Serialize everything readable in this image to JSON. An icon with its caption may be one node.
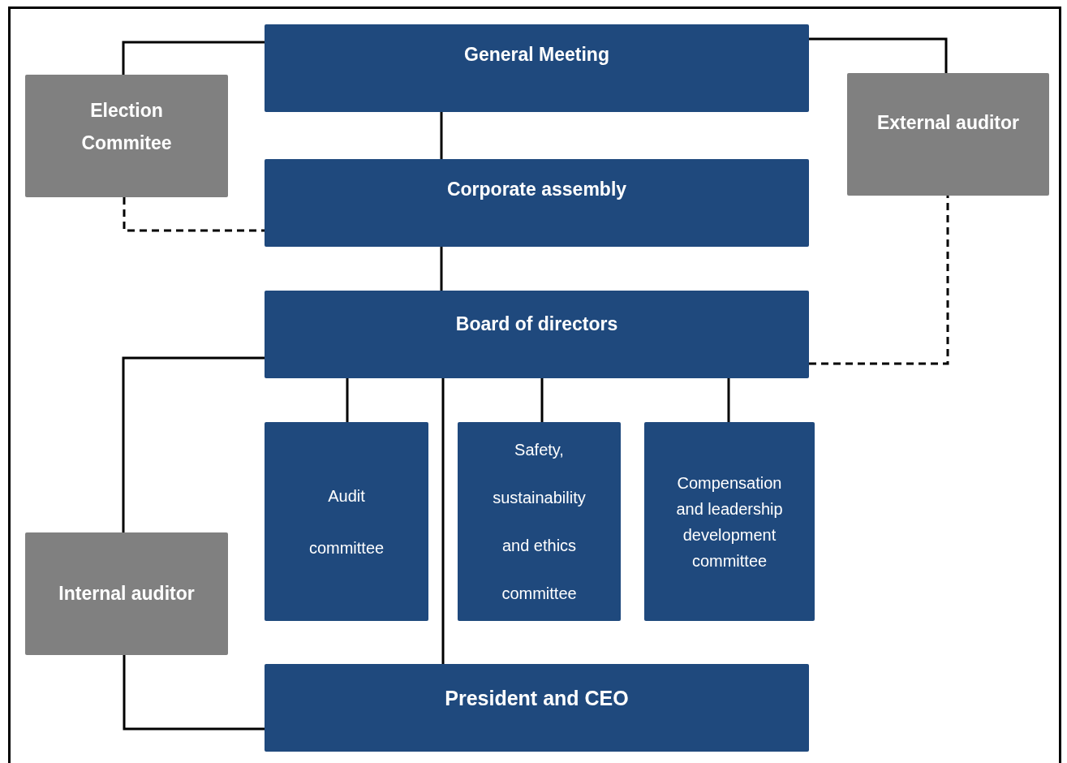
{
  "diagram": {
    "nodes": [
      {
        "text": [
          "General Meeting"
        ]
      },
      {
        "text": [
          "Election Commitee"
        ]
      },
      {
        "text": [
          "External auditor"
        ]
      },
      {
        "text": [
          "Corporate assembly"
        ]
      },
      {
        "text": [
          "Board of directors"
        ]
      },
      {
        "text": [
          "Audit committee"
        ]
      },
      {
        "text": [
          "Safety, sustainability and ethics committee"
        ]
      },
      {
        "text": [
          "Compensation and leadership development committee"
        ]
      },
      {
        "text": [
          "Internal auditor"
        ]
      },
      {
        "text": [
          "President and CEO"
        ]
      }
    ],
    "edges": [
      {
        "from": 0,
        "to": 1,
        "arrow": "none"
      },
      {
        "from": 0,
        "to": 2,
        "arrow": "none"
      },
      {
        "from": 0,
        "to": 3,
        "arrow": "none"
      },
      {
        "from": 1,
        "to": 3,
        "arrow": "none",
        "style": "dashed"
      },
      {
        "from": 3,
        "to": 4,
        "arrow": "none"
      },
      {
        "from": 4,
        "to": 2,
        "arrow": "none",
        "style": "dashed"
      },
      {
        "from": 4,
        "to": 5,
        "arrow": "none"
      },
      {
        "from": 4,
        "to": 6,
        "arrow": "none"
      },
      {
        "from": 4,
        "to": 7,
        "arrow": "none"
      },
      {
        "from": 4,
        "to": 9,
        "arrow": "none"
      },
      {
        "from": 4,
        "to": 8,
        "arrow": "none"
      },
      {
        "from": 8,
        "to": 9,
        "arrow": "none"
      }
    ]
  }
}
